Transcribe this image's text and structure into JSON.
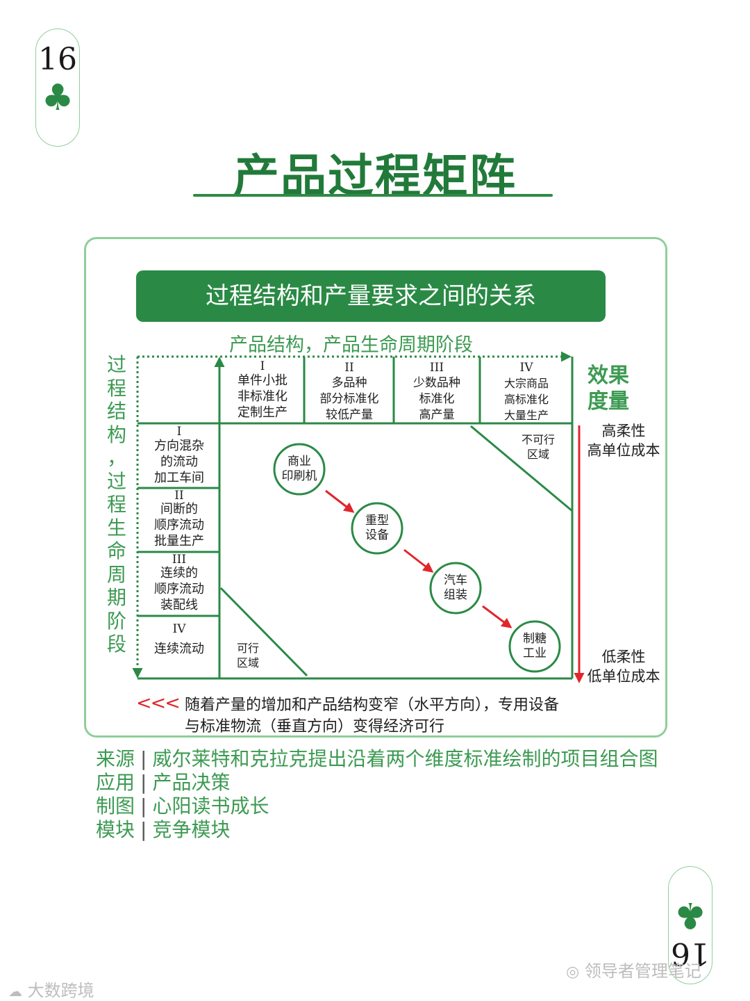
{
  "page": {
    "number_top": "16",
    "number_bottom": "16",
    "suit_top": "♣",
    "suit_bottom": "♣",
    "title": "产品过程矩阵"
  },
  "diagram": {
    "banner": "过程结构和产量要求之间的关系",
    "top_axis": "产品结构，产品生命周期阶段",
    "left_axis": [
      "过",
      "程",
      "结",
      "构",
      "，",
      "过",
      "程",
      "生",
      "命",
      "周",
      "期",
      "阶",
      "段"
    ],
    "right_axis_title": [
      "效果",
      "度量"
    ],
    "right_top": [
      "高柔性",
      "高单位成本"
    ],
    "right_bottom": [
      "低柔性",
      "低单位成本"
    ],
    "columns": [
      {
        "numeral": "I",
        "lines": [
          "单件小批",
          "非标准化",
          "定制生产"
        ]
      },
      {
        "numeral": "II",
        "lines": [
          "多品种",
          "部分标准化",
          "较低产量"
        ]
      },
      {
        "numeral": "III",
        "lines": [
          "少数品种",
          "标准化",
          "高产量"
        ]
      },
      {
        "numeral": "IV",
        "lines": [
          "大宗商品",
          "高标准化",
          "大量生产"
        ]
      }
    ],
    "rows": [
      {
        "numeral": "I",
        "lines": [
          "方向混杂",
          "的流动",
          "加工车间"
        ]
      },
      {
        "numeral": "II",
        "lines": [
          "间断的",
          "顺序流动",
          "批量生产"
        ]
      },
      {
        "numeral": "III",
        "lines": [
          "连续的",
          "顺序流动",
          "装配线"
        ]
      },
      {
        "numeral": "IV",
        "lines": [
          "连续流动"
        ]
      }
    ],
    "infeasible_zone": [
      "不可行",
      "区域"
    ],
    "feasible_zone": [
      "可行",
      "区域"
    ],
    "circles": [
      {
        "lines": [
          "商业",
          "印刷机"
        ]
      },
      {
        "lines": [
          "重型",
          "设备"
        ]
      },
      {
        "lines": [
          "汽车",
          "组装"
        ]
      },
      {
        "lines": [
          "制糖",
          "工业"
        ]
      }
    ],
    "note_marker": "<<<",
    "note_line1": "随着产量的增加和产品结构变窄（水平方向），专用设备",
    "note_line2": "与标准物流（垂直方向）变得经济可行"
  },
  "meta": [
    {
      "key": "来源",
      "value": "威尔莱特和克拉克提出沿着两个维度标准绘制的项目组合图"
    },
    {
      "key": "应用",
      "value": "产品决策"
    },
    {
      "key": "制图",
      "value": "心阳读书成长"
    },
    {
      "key": "模块",
      "value": "竞争模块"
    }
  ],
  "watermarks": {
    "left": "大数跨境",
    "right": "领导者管理笔记"
  },
  "colors": {
    "brand_green": "#2a8a45",
    "light_green": "#8fcf9a",
    "arrow_red": "#e0262c"
  }
}
